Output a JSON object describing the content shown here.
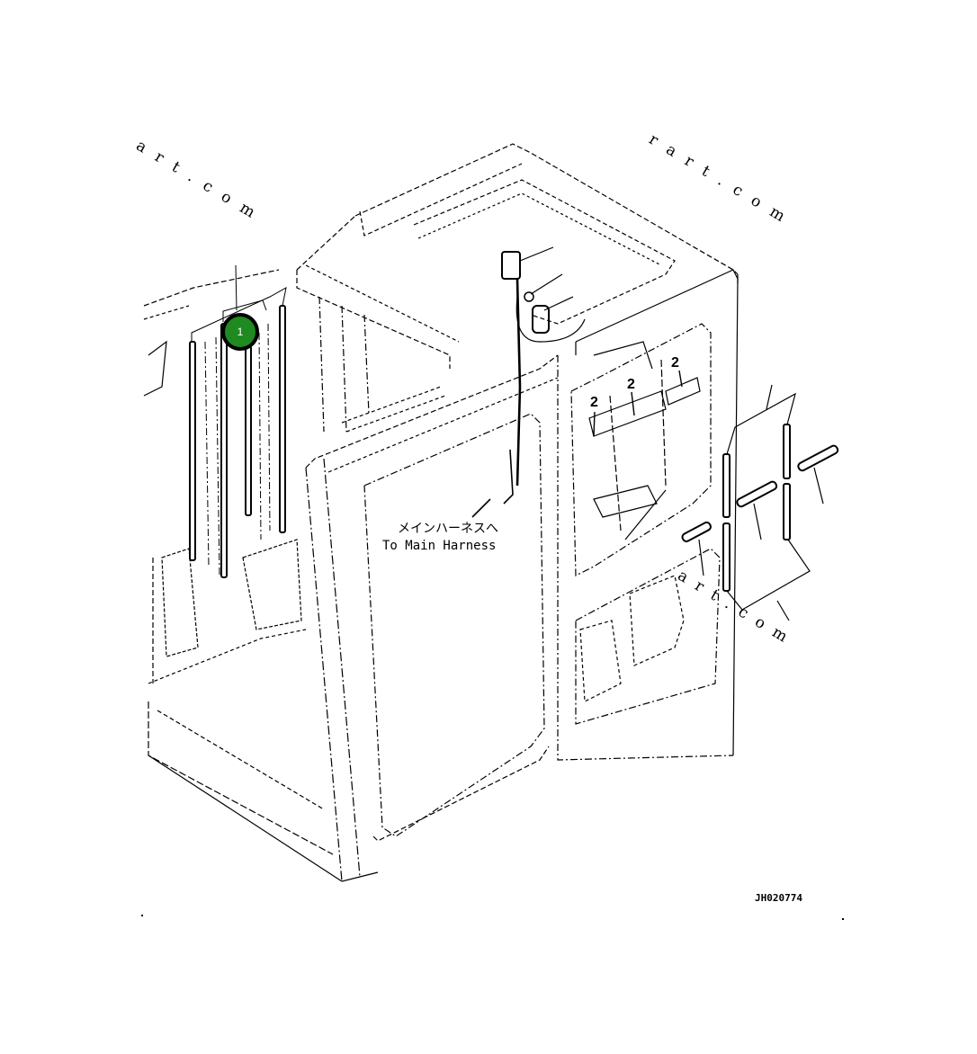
{
  "diagram": {
    "figure_id": "JH020774",
    "harness_label_jp": "メインハーネスへ",
    "harness_label_en": "To Main Harness",
    "watermarks": [
      {
        "text": "art.com",
        "position": "top-left"
      },
      {
        "text": "rart.com",
        "position": "top-right"
      },
      {
        "text": "art.com",
        "position": "right-middle"
      }
    ],
    "callouts": [
      {
        "number": "2",
        "position": "door-window-left"
      },
      {
        "number": "2",
        "position": "door-window-center"
      },
      {
        "number": "2",
        "position": "door-window-right"
      }
    ],
    "marker": {
      "number": "1",
      "color": "#1f8a1f",
      "border_color": "#000000"
    }
  },
  "colors": {
    "background": "#ffffff",
    "line": "#000000",
    "marker_fill": "#1f8a1f"
  }
}
